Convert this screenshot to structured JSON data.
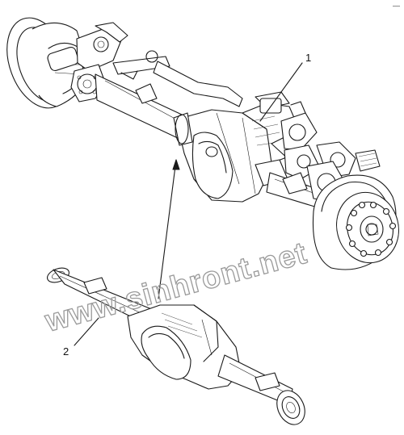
{
  "callouts": [
    {
      "id": "drive-axle-assembly",
      "label": "1"
    },
    {
      "id": "axle-housing",
      "label": "2"
    }
  ],
  "watermark": "www.sinhront.net",
  "corner_mark": "—"
}
